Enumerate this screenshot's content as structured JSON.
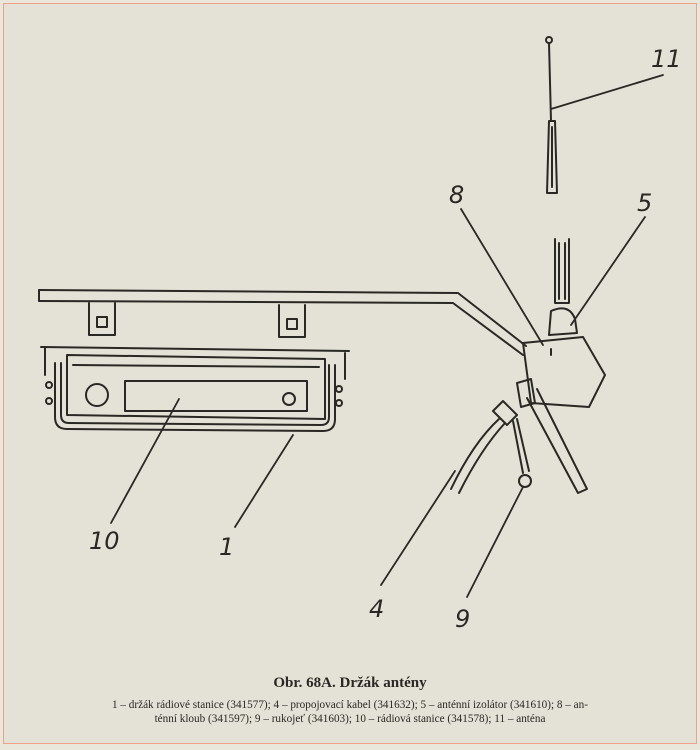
{
  "figure": {
    "title": "Obr. 68A. Držák antény",
    "callouts": [
      "11",
      "8",
      "5",
      "10",
      "1",
      "4",
      "9"
    ],
    "legend_line_1": "1 – držák rádiové stanice (341577); 4 – propojovací kabel (341632); 5 – anténní izolátor (341610); 8 – an-",
    "legend_line_2": "ténní kloub (341597); 9 – rukojeť (341603); 10 – rádiová stanice (341578); 11 – anténa"
  }
}
